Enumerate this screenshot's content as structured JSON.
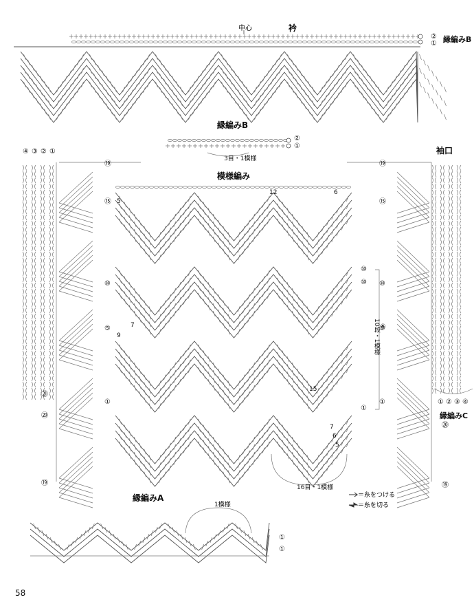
{
  "page_number": "58",
  "collar": {
    "title": "衿",
    "center_label": "中心",
    "edge_label": "縁編みB",
    "row_marks": [
      "②",
      "①"
    ]
  },
  "edging_b": {
    "title": "縁編みB",
    "repeat_label": "3目・1模様",
    "row_marks": [
      "②",
      "①"
    ]
  },
  "pattern": {
    "title": "模様編み",
    "top_numbers": [
      "12",
      "6"
    ],
    "left_numbers": [
      "5",
      "7",
      "9"
    ],
    "inner_number": "15",
    "right_small": [
      "7",
      "6",
      "5"
    ],
    "bottom_label": "16目・1模様",
    "row_repeat_label": "10段・1模様",
    "row_repeat_mark": "⑤",
    "right_marks": [
      "⑩",
      "⑩",
      "①"
    ]
  },
  "left_column": {
    "top_marks": [
      "④",
      "③",
      "②",
      "①"
    ],
    "side_marks": [
      "⑲",
      "⑮",
      "⑩",
      "⑤",
      "㉑",
      "①",
      "⑳",
      "⑲"
    ]
  },
  "sleeve": {
    "title": "袖口",
    "side_marks": [
      "⑲",
      "⑮",
      "⑩",
      "⑤",
      "①",
      "⑲"
    ],
    "bottom_marks": [
      "①",
      "②",
      "③",
      "④"
    ],
    "edge_label": "縁編みC",
    "edge_mark": "⑳"
  },
  "edging_a": {
    "title": "縁編みA",
    "repeat_label": "1模様",
    "row_marks": [
      "①",
      "①"
    ]
  },
  "legend": {
    "attach": "＝糸をつける",
    "cut": "＝糸を切る"
  }
}
